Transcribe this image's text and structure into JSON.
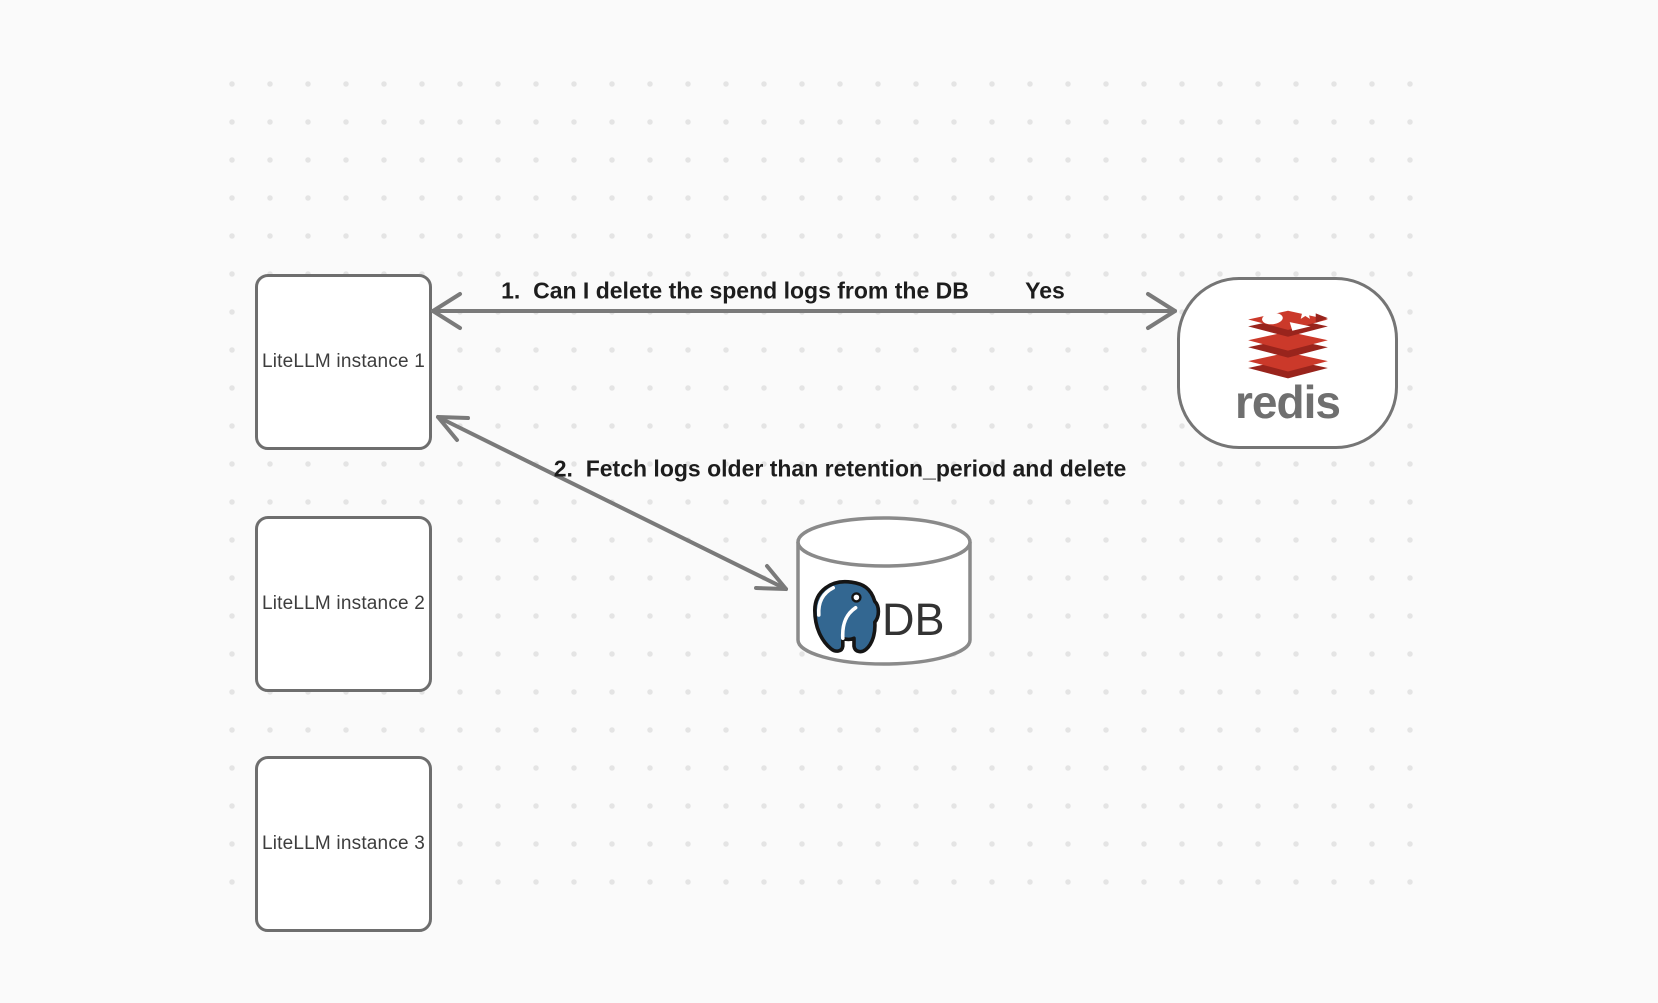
{
  "diagram": {
    "instances": [
      {
        "label": "LiteLLM instance 1"
      },
      {
        "label": "LiteLLM instance 2"
      },
      {
        "label": "LiteLLM instance 3"
      }
    ],
    "redis_node": {
      "wordmark": "redis",
      "icon": "redis-stack-icon"
    },
    "db_node": {
      "label": "DB",
      "icon": "postgresql-elephant-icon",
      "shape": "database-cylinder-icon"
    },
    "edges": {
      "edge1": {
        "label": "1.  Can I delete the spend logs from the DB",
        "answer": "Yes",
        "style": "double-headed-arrow"
      },
      "edge2": {
        "label": "2.  Fetch logs older than retention_period and delete",
        "style": "double-headed-arrow"
      }
    },
    "colors": {
      "background": "#fafafa",
      "dot": "#e4e4e4",
      "node_border": "#6e6e6e",
      "node_fill": "#ffffff",
      "arrow": "#7a7a7a",
      "label_text": "#1d1d1d",
      "instance_text": "#3d3d3d",
      "cylinder_stroke": "#8a8a8a",
      "redis_red": "#cb392a",
      "redis_red_dark": "#99241c",
      "redis_wordmark": "#6f6f6f",
      "postgres_blue": "#336791",
      "db_text": "#333333"
    }
  }
}
